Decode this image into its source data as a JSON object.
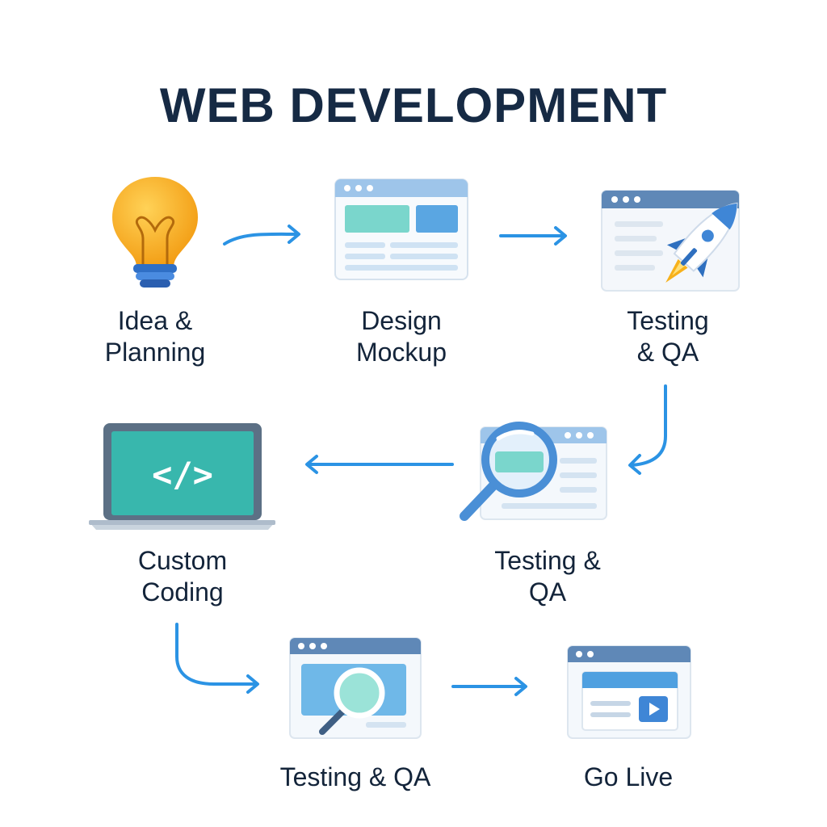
{
  "title": "WEB DEVELOPMENT",
  "steps": [
    {
      "icon": "lightbulb-icon",
      "line1": "Idea &",
      "line2": "Planning"
    },
    {
      "icon": "design-mockup-icon",
      "line1": "Design",
      "line2": "Mockup"
    },
    {
      "icon": "browser-rocket-icon",
      "line1": "Testing",
      "line2": "& QA"
    },
    {
      "icon": "magnifier-browser-icon",
      "line1": "Testing &",
      "line2": "QA"
    },
    {
      "icon": "laptop-code-icon",
      "line1": "Custom",
      "line2": "Coding"
    },
    {
      "icon": "browser-search-icon",
      "line1": "Testing & QA"
    },
    {
      "icon": "browser-video-icon",
      "line1": "Go Live"
    }
  ],
  "colors": {
    "title": "#162a44",
    "arrow": "#2b93e4",
    "bulb": "#f6ac1a",
    "teal": "#38b7ad",
    "browser_bar": "#5f88b7",
    "accent_blue": "#4fa0e0"
  }
}
